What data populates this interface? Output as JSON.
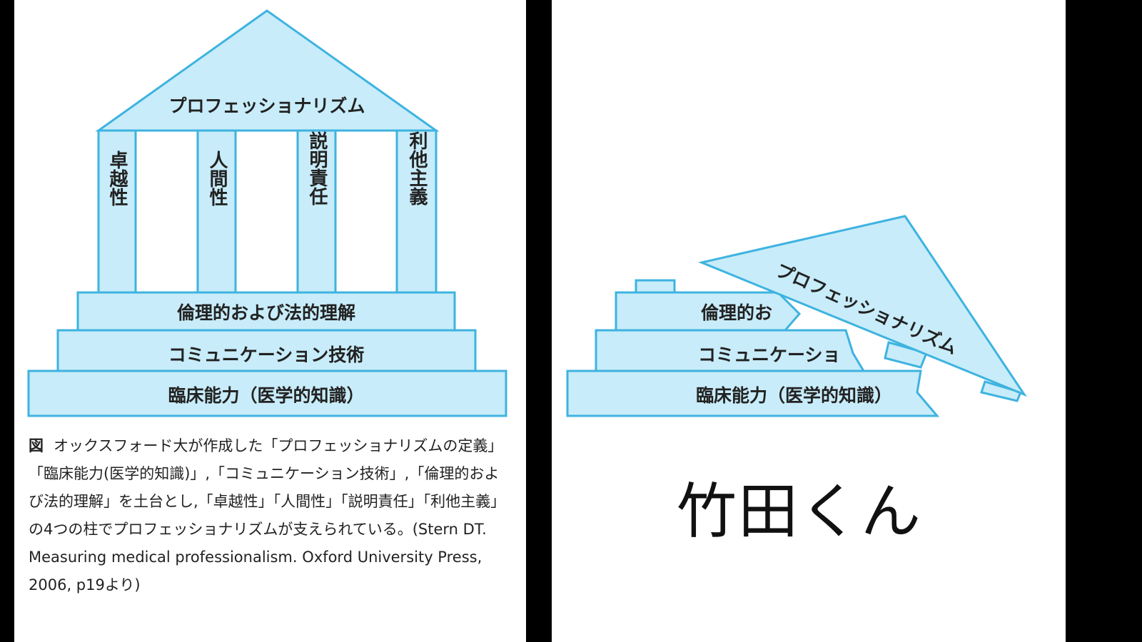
{
  "left": {
    "roof": "プロフェッショナリズム",
    "pillars": [
      "卓越性",
      "人間性",
      "説明責任",
      "利他主義"
    ],
    "steps": [
      "倫理的および法的理解",
      "コミュニケーション技術",
      "臨床能力（医学的知識）"
    ],
    "caption": {
      "fig_label": "図",
      "title": "オックスフォード大が作成した「プロフェッショナリズムの定義」",
      "body": "「臨床能力(医学的知識)」,「コミュニケーション技術」,「倫理的および法的理解」を土台とし,「卓越性」「人間性」「説明責任」「利他主義」の4つの柱でプロフェッショナリズムが支えられている。(Stern DT. Measuring medical professionalism. Oxford University Press, 2006, p19より)"
    }
  },
  "right": {
    "roof": "プロフェッショナリズム",
    "steps": [
      "倫理的お",
      "コミュニケーショ",
      "臨床能力（医学的知識）"
    ],
    "name": "竹田くん"
  },
  "colors": {
    "fill": "#c8ecf9",
    "stroke": "#3eb3e0"
  }
}
